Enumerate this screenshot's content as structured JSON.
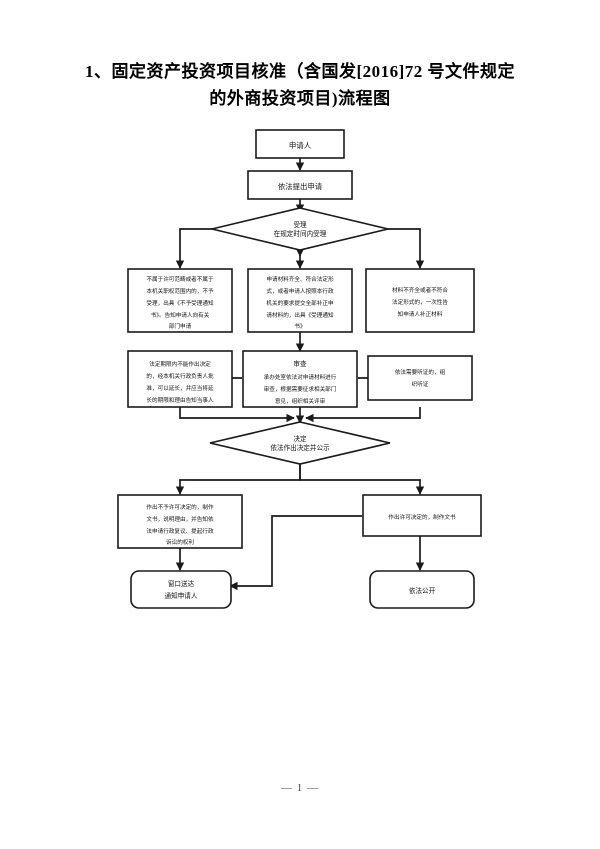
{
  "document": {
    "title": "1、固定资产投资项目核准（含国发[2016]72 号文件规定的外商投资项目)流程图",
    "title_line1": "1、固定资产投资项目核准（含国发[2016]72 号文件规定",
    "title_line2": "的外商投资项目)流程图",
    "footer": "— 1 —"
  },
  "flowchart": {
    "type": "process-flow",
    "nodes": {
      "applicant": {
        "shape": "rect",
        "lines": [
          "申请人"
        ]
      },
      "submit": {
        "shape": "rect",
        "lines": [
          "依法提出申请"
        ]
      },
      "accept_decision": {
        "shape": "diamond",
        "lines": [
          "受理",
          "在规定时间内受理"
        ]
      },
      "reject_scope": {
        "shape": "rect",
        "lines": [
          "不属于许可范畴或者不属于",
          "本机关职权范围内的，不予",
          "受理，出具《不予受理通知",
          "书》。告知申请人向有关",
          "部门申请"
        ]
      },
      "accept_notice": {
        "shape": "rect",
        "lines": [
          "申请材料齐全、符合法定形",
          "式，或者申请人按照本行政",
          "机关的要求提交全部补正申",
          "请材料的，出具《受理通知",
          "书》"
        ]
      },
      "supplement": {
        "shape": "rect",
        "lines": [
          "材料不齐全或者不符合",
          "法定形式的，一次性告",
          "知申请人补正材料"
        ]
      },
      "extend_term": {
        "shape": "rect",
        "lines": [
          "法定期限内不能作出决定",
          "的，经本机关行政负责人批",
          "准，可以延长，并应当将延",
          "长的期限和理由告知当事人"
        ]
      },
      "review": {
        "shape": "rect",
        "lines": [
          "审查",
          "承办处室依法对申请材料进行",
          "审查，根据需要征求相关部门",
          "意见，组织相关评审"
        ]
      },
      "hearing": {
        "shape": "rect",
        "lines": [
          "依法需要听证的，组",
          "织听证"
        ]
      },
      "decision": {
        "shape": "diamond",
        "lines": [
          "决定",
          "依法作出决定并公示"
        ]
      },
      "deny_permit": {
        "shape": "rect",
        "lines": [
          "作出不予许可决定的，制作",
          "文书，说明理由，并告知依",
          "法申请行政复议、提起行政",
          "诉讼的权利"
        ]
      },
      "grant_permit": {
        "shape": "rect",
        "lines": [
          "作出许可决定的，制作文书"
        ]
      },
      "window_delivery": {
        "shape": "rounded-rect",
        "lines": [
          "窗口送达",
          "通知申请人"
        ]
      },
      "publicize": {
        "shape": "rounded-rect",
        "lines": [
          "依法公开"
        ]
      }
    },
    "edges": [
      {
        "from": "applicant",
        "to": "submit"
      },
      {
        "from": "submit",
        "to": "accept_decision"
      },
      {
        "from": "accept_decision",
        "to": "reject_scope"
      },
      {
        "from": "accept_decision",
        "to": "accept_notice"
      },
      {
        "from": "accept_decision",
        "to": "supplement"
      },
      {
        "from": "accept_notice",
        "to": "review"
      },
      {
        "from": "review",
        "to": "extend_term"
      },
      {
        "from": "review",
        "to": "hearing"
      },
      {
        "from": "extend_term",
        "to": "decision"
      },
      {
        "from": "review",
        "to": "decision"
      },
      {
        "from": "hearing",
        "to": "decision"
      },
      {
        "from": "decision",
        "to": "deny_permit"
      },
      {
        "from": "decision",
        "to": "grant_permit"
      },
      {
        "from": "deny_permit",
        "to": "window_delivery"
      },
      {
        "from": "grant_permit",
        "to": "publicize"
      },
      {
        "from": "grant_permit",
        "to": "window_delivery"
      }
    ]
  },
  "colors": {
    "page_background": "#ffffff",
    "stroke": "#1a1a1a",
    "text": "#111111",
    "footer_text": "#444444"
  }
}
